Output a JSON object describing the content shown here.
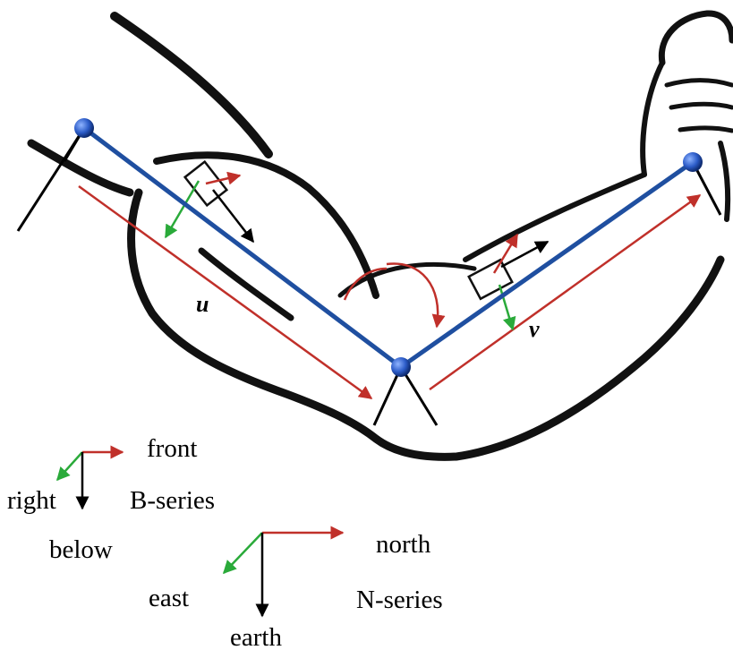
{
  "vectors": {
    "upper": "u",
    "fore": "v"
  },
  "body_frame": {
    "x_label": "front",
    "y_label": "right",
    "z_label": "below",
    "name": "B-series"
  },
  "nav_frame": {
    "x_label": "north",
    "y_label": "east",
    "z_label": "earth",
    "name": "N-series"
  },
  "colors": {
    "segment": "#1f4fa0",
    "joint": "#2c5cc8",
    "x_axis": "#c0302a",
    "y_axis": "#2aaa3a",
    "z_axis": "#000000",
    "outline": "#111111"
  }
}
